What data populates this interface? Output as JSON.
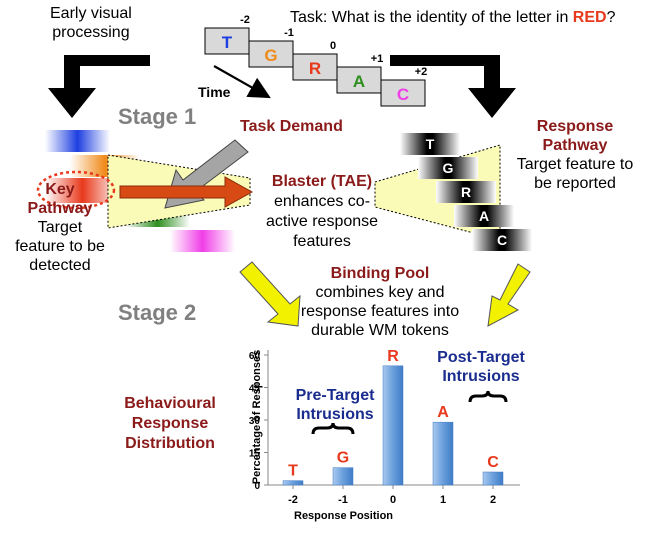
{
  "header": {
    "early_visual": [
      "Early visual",
      "processing"
    ],
    "task_prefix": "Task: What is the identity of the letter in ",
    "task_red": "RED",
    "task_suffix": "?"
  },
  "rsvp": {
    "frames": [
      {
        "pos": "-2",
        "letter": "T",
        "color": "#1d3fe0"
      },
      {
        "pos": "-1",
        "letter": "G",
        "color": "#f08b1a"
      },
      {
        "pos": "0",
        "letter": "R",
        "color": "#e8391c"
      },
      {
        "pos": "+1",
        "letter": "A",
        "color": "#2f8f1f"
      },
      {
        "pos": "+2",
        "letter": "C",
        "color": "#f03ee8"
      }
    ],
    "time_label": "Time"
  },
  "stage1": "Stage 1",
  "stage2": "Stage 2",
  "task_demand": "Task Demand",
  "key_pathway": {
    "title": [
      "Key",
      "Pathway"
    ],
    "desc": [
      "Target",
      "feature to be",
      "detected"
    ]
  },
  "response_pathway": {
    "title": [
      "Response",
      "Pathway"
    ],
    "desc": [
      "Target feature to",
      "be reported"
    ],
    "letters": [
      "T",
      "G",
      "R",
      "A",
      "C"
    ]
  },
  "blaster": {
    "title": "Blaster (TAE)",
    "desc": [
      "enhances co-",
      "active response",
      "features"
    ]
  },
  "binding_pool": {
    "title": "Binding Pool",
    "desc": [
      "combines key and",
      "response features into",
      "durable WM tokens"
    ]
  },
  "behavioural": [
    "Behavioural",
    "Response",
    "Distribution"
  ],
  "annotations": {
    "pre_target": [
      "Pre-Target",
      "Intrusions"
    ],
    "post_target": [
      "Post-Target",
      "Intrusions"
    ]
  },
  "colors": {
    "dark_red": "#8b1a1a",
    "navy": "#1a2d8f",
    "red": "#e8391c",
    "gray_label": "#808080",
    "yellow": "#f2f200"
  },
  "chart_data": {
    "type": "bar",
    "categories": [
      "-2",
      "-1",
      "0",
      "1",
      "2"
    ],
    "values": [
      2,
      8,
      55,
      29,
      6
    ],
    "bar_labels": [
      "T",
      "G",
      "R",
      "A",
      "C"
    ],
    "xlabel": "Response Position",
    "ylabel": "Percentage of Responses",
    "yticks": [
      "0",
      "15",
      "30",
      "45",
      "60"
    ],
    "ylim": [
      0,
      60
    ],
    "grid": false
  }
}
